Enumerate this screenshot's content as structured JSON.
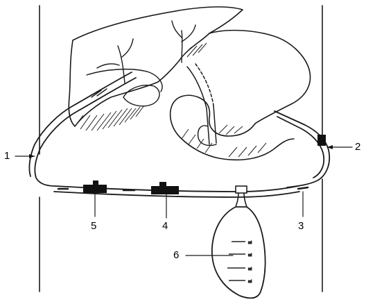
{
  "callouts": [
    {
      "id": "1",
      "label": "1"
    },
    {
      "id": "2",
      "label": "2"
    },
    {
      "id": "3",
      "label": "3"
    },
    {
      "id": "4",
      "label": "4"
    },
    {
      "id": "5",
      "label": "5"
    },
    {
      "id": "6",
      "label": "6"
    }
  ],
  "colors": {
    "ink": "#1a1a1a",
    "background": "#ffffff",
    "clamp": "#111111"
  }
}
